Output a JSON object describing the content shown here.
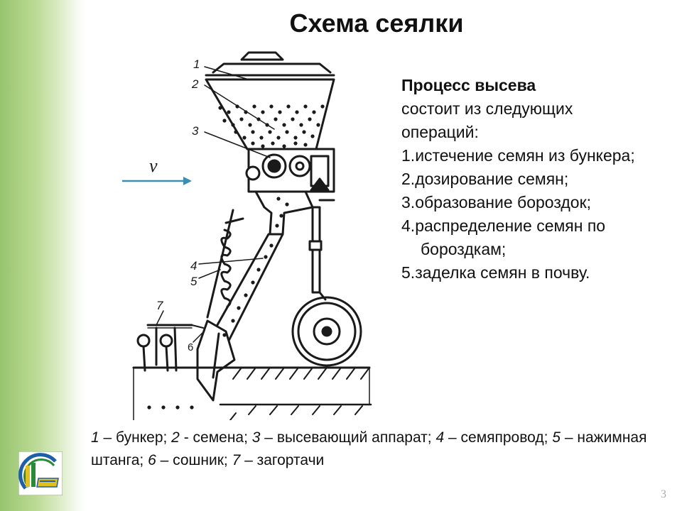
{
  "slide": {
    "title": "Схема сеялки",
    "page_number": "3"
  },
  "diagram": {
    "velocity_label": "v",
    "callouts": [
      "1",
      "2",
      "3",
      "4",
      "5",
      "6",
      "7"
    ],
    "colors": {
      "line": "#1a1a1a",
      "arrow": "#3a8fb0",
      "ground": "#1a1a1a"
    }
  },
  "text": {
    "heading": "Процесс высева",
    "intro_line1": "состоит из следующих",
    "intro_line2": "операций:",
    "operations": [
      {
        "num": "1.",
        "text": "истечение семян из бункера;"
      },
      {
        "num": "2.",
        "text": "дозирование семян;"
      },
      {
        "num": "3.",
        "text": "образование бороздок;"
      },
      {
        "num": "4.",
        "text": "распределение семян по бороздкам;"
      },
      {
        "num": "5.",
        "text": "заделка семян в почву."
      }
    ]
  },
  "caption": {
    "items": [
      {
        "num": "1",
        "sep": " – ",
        "text": "бункер; "
      },
      {
        "num": "2",
        "sep": " - ",
        "text": "семена; "
      },
      {
        "num": "3",
        "sep": " – ",
        "text": "высевающий аппарат;  "
      },
      {
        "num": "4",
        "sep": " – ",
        "text": "семяпровод; "
      },
      {
        "num": "5",
        "sep": " – ",
        "text": "нажимная штанга; "
      },
      {
        "num": "6",
        "sep": " – ",
        "text": "сошник; "
      },
      {
        "num": "7",
        "sep": " – ",
        "text": "загортачи"
      }
    ]
  },
  "logo": {
    "icon": "university-logo-icon",
    "colors": [
      "#1f5fa8",
      "#e0c020",
      "#2a8a3a"
    ]
  }
}
